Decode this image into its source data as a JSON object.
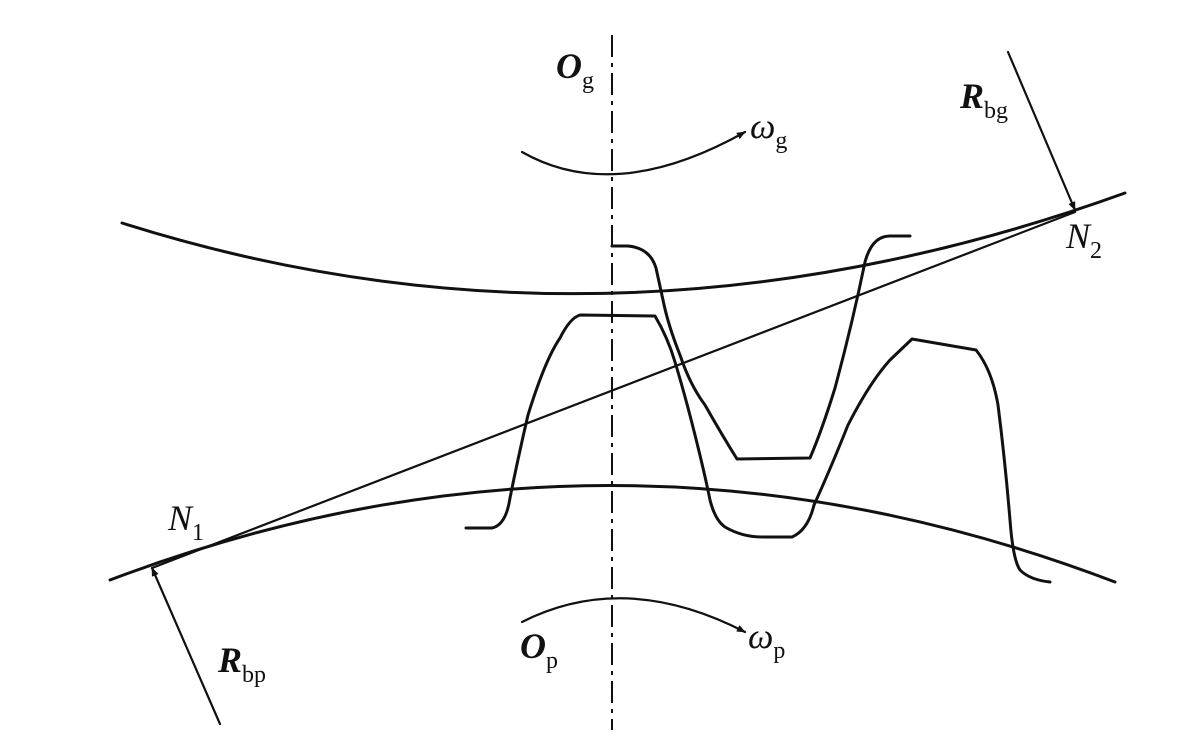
{
  "labels": {
    "gear_center": {
      "main": "O",
      "sub": "g"
    },
    "gear_omega": {
      "main": "ω",
      "sub": "g"
    },
    "gear_base_radius": {
      "main": "R",
      "sub": "bg"
    },
    "point_n2": {
      "main": "N",
      "sub": "2"
    },
    "point_n1": {
      "main": "N",
      "sub": "1"
    },
    "pinion_base_radius": {
      "main": "R",
      "sub": "bp"
    },
    "pinion_center": {
      "main": "O",
      "sub": "p"
    },
    "pinion_omega": {
      "main": "ω",
      "sub": "p"
    }
  },
  "colors": {
    "ink": "#111111",
    "background": "#ffffff"
  }
}
